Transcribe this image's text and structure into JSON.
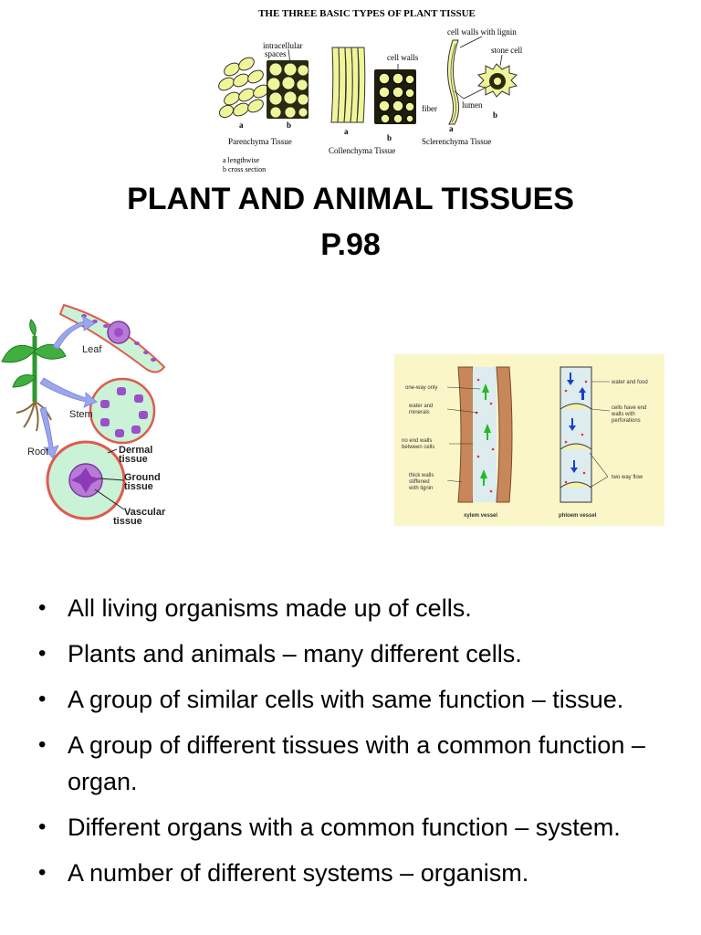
{
  "tissue_figure": {
    "heading": "THE THREE BASIC TYPES OF PLANT TISSUE",
    "labels": {
      "intracellular_spaces_1": "intracellular",
      "intracellular_spaces_2": "spaces",
      "cell_walls": "cell walls",
      "cell_walls_lignin": "cell walls with lignin",
      "stone_cell": "stone cell",
      "lumen": "lumen",
      "fiber": "fiber",
      "a": "a",
      "b": "b"
    },
    "captions": {
      "parenchyma": "Parenchyma Tissue",
      "collenchyma": "Collenchyma Tissue",
      "sclerenchyma": "Sclerenchyma Tissue"
    },
    "key_1": "a lengthwise",
    "key_2": "b cross section"
  },
  "title": {
    "line1": "PLANT AND ANIMAL TISSUES",
    "line2": "P.98"
  },
  "plant_figure": {
    "labels": {
      "leaf": "Leaf",
      "stem": "Stem",
      "root": "Root",
      "dermal_1": "Dermal",
      "dermal_2": "tissue",
      "ground_1": "Ground",
      "ground_2": "tissue",
      "vascular_1": "Vascular",
      "vascular_2": "tissue"
    },
    "colors": {
      "leaf_green": "#2e9a2e",
      "tissue_fill": "#c9f2d6",
      "dermal_ring": "#e05a4e",
      "vascular_purple": "#9b4fc9",
      "arrow_blue": "#9aa6f0"
    }
  },
  "vessel_figure": {
    "labels": {
      "one_way_only": "one-way only",
      "water_minerals_1": "water and",
      "water_minerals_2": "minerals",
      "no_end_walls_1": "no end walls",
      "no_end_walls_2": "between cells",
      "thick_walls_1": "thick walls",
      "thick_walls_2": "stiffened",
      "thick_walls_3": "with lignin",
      "water_food": "water and food",
      "end_walls_1": "cells have end",
      "end_walls_2": "walls with",
      "end_walls_3": "perforations",
      "two_way_flow": "two way flow",
      "xylem_vessel": "xylem vessel",
      "phloem_vessel": "phloem vessel"
    },
    "colors": {
      "background": "#fbf6c8",
      "xylem_wall": "#c8875a",
      "lumen": "#dcecef",
      "up_arrow": "#22bb22",
      "down_arrow": "#1a3fcc"
    }
  },
  "bullets": [
    "All living organisms made up of cells.",
    "Plants and animals – many different cells.",
    "A group of similar cells with same function – tissue.",
    "A group of different tissues with a common function – organ.",
    "Different organs with a common function – system.",
    "A number of different systems – organism."
  ]
}
